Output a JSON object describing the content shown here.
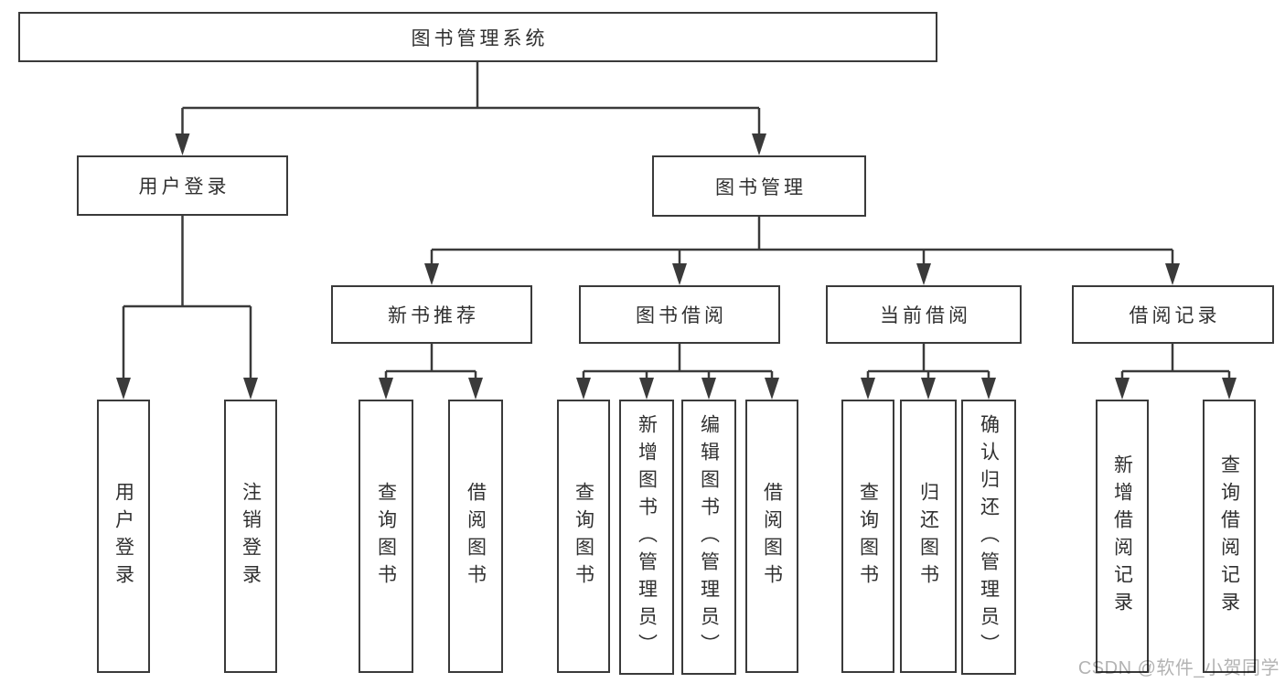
{
  "tree": {
    "root": "图书管理系统",
    "user_branch": {
      "label": "用户登录",
      "children": [
        "用户登录",
        "注销登录"
      ]
    },
    "mgmt_branch": {
      "label": "图书管理",
      "sections": [
        {
          "label": "新书推荐",
          "children": [
            "查询图书",
            "借阅图书"
          ]
        },
        {
          "label": "图书借阅",
          "children": [
            "查询图书",
            "新增图书（管理员）",
            "编辑图书（管理员）",
            "借阅图书"
          ]
        },
        {
          "label": "当前借阅",
          "children": [
            "查询图书",
            "归还图书",
            "确认归还（管理员）"
          ]
        },
        {
          "label": "借阅记录",
          "children": [
            "新增借阅记录",
            "查询借阅记录"
          ]
        }
      ]
    }
  },
  "watermark": "CSDN @软件_小贺同学",
  "colors": {
    "line": "#3a3a3a",
    "text": "#303030",
    "watermark": "#b3b3b3",
    "background": "#ffffff"
  }
}
